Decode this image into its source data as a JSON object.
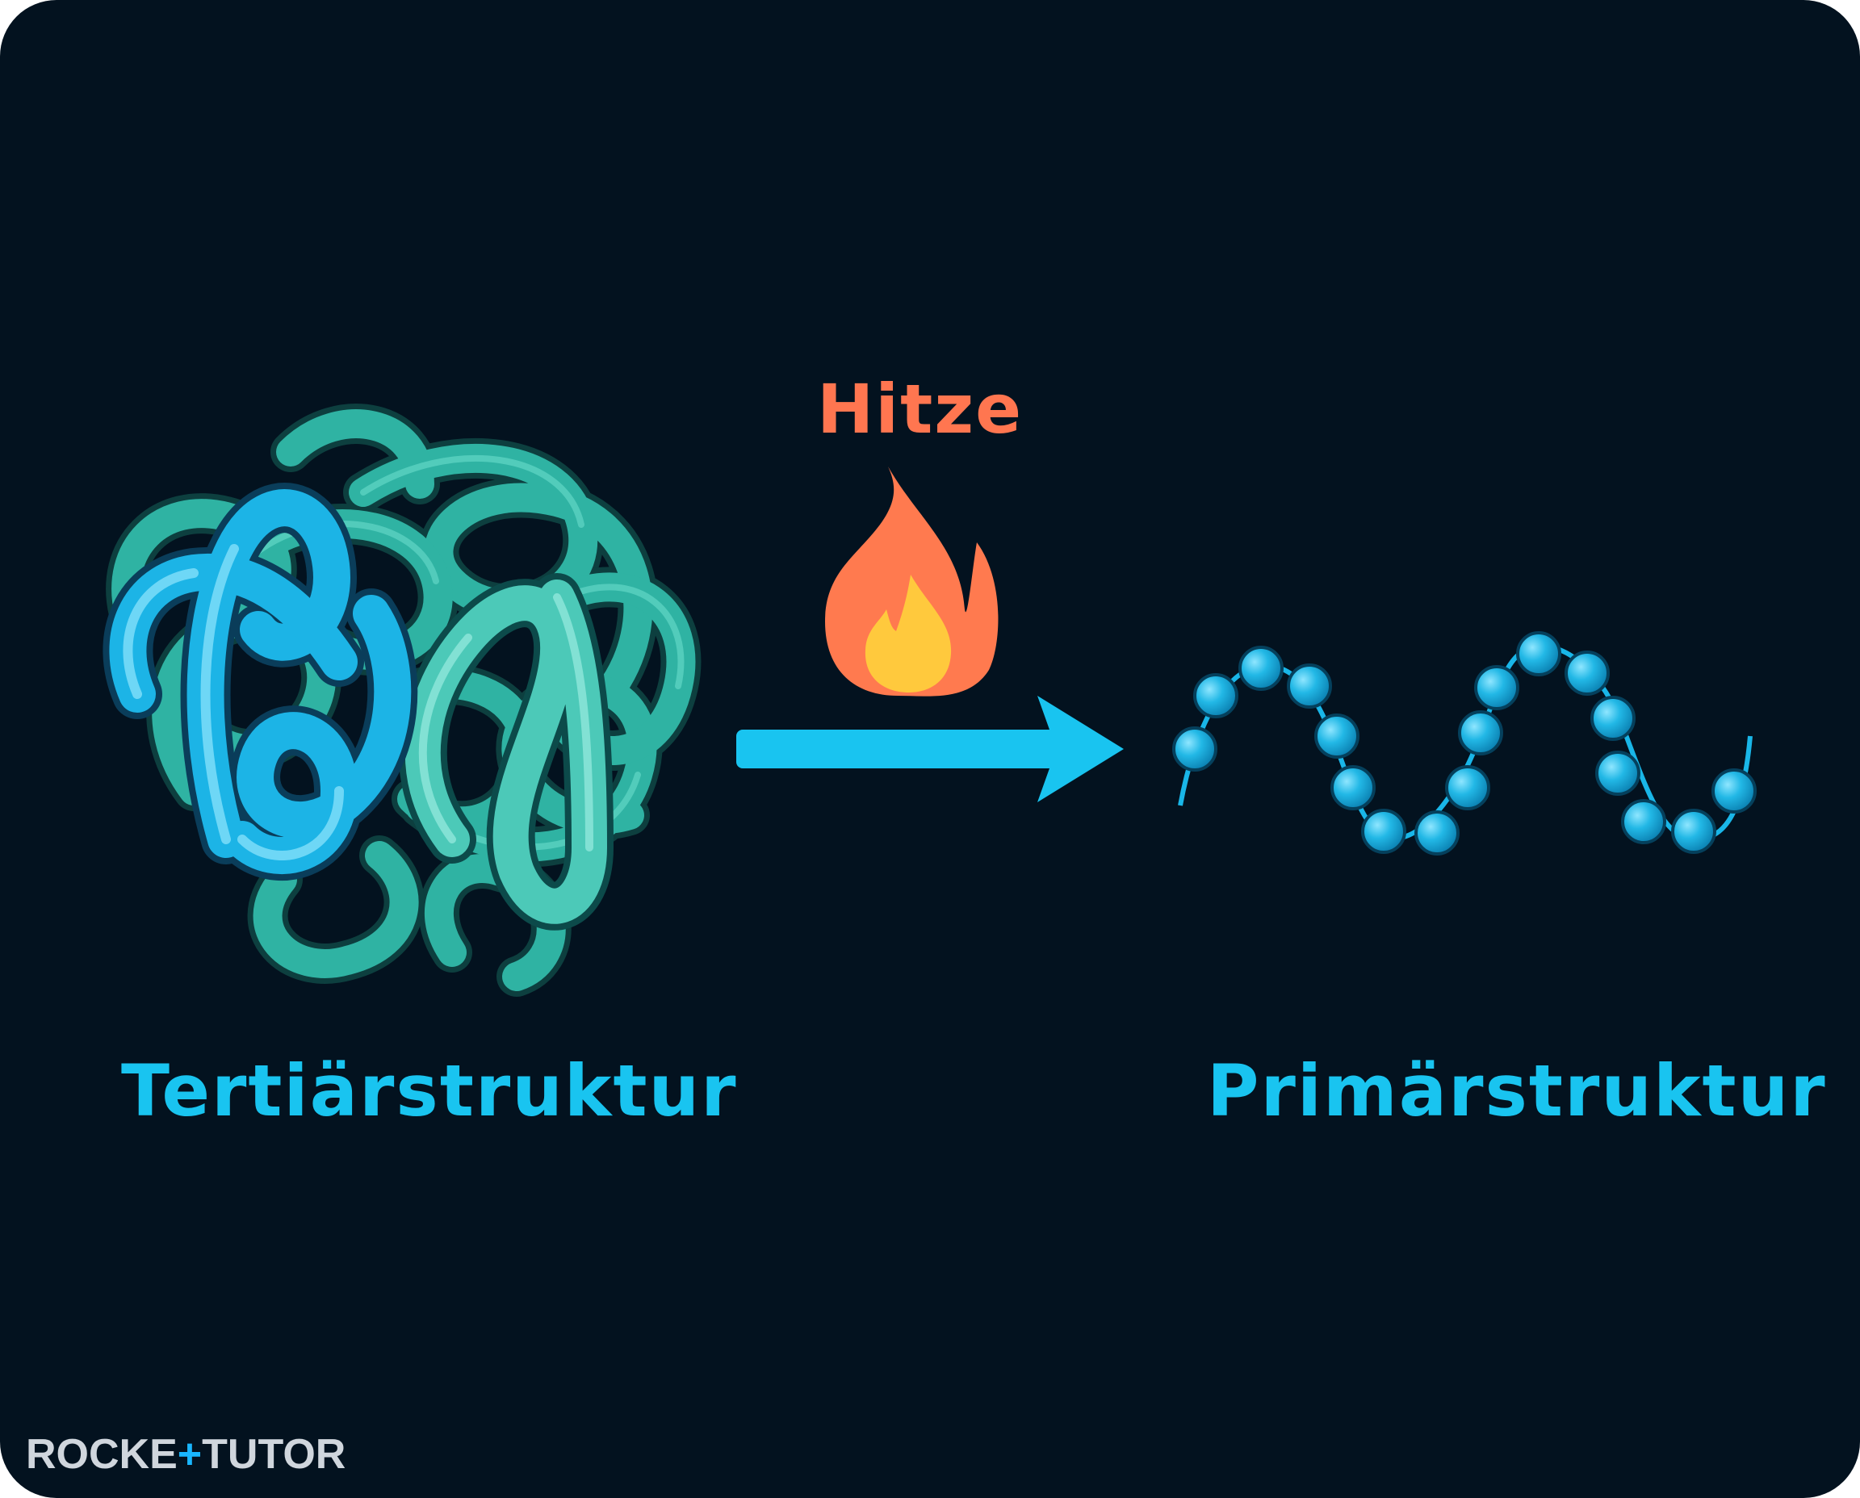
{
  "labels": {
    "heat": "Hitze",
    "tertiary": "Tertiärstruktur",
    "primary": "Primärstruktur"
  },
  "logo": {
    "part1": "ROCKE",
    "plus": "+",
    "part2": "TUTOR"
  },
  "icons": {
    "flame": "flame-icon",
    "arrow": "arrow-right-icon",
    "tangle": "tangled-protein-icon",
    "chain": "bead-chain-icon"
  },
  "colors": {
    "background": "#03121f",
    "accent_blue": "#19c4f0",
    "teal": "#2fb3a3",
    "heat_text": "#ff7650",
    "flame_outer": "#ff7a4f",
    "flame_inner": "#ffc93d",
    "logo": "#d0d6dd"
  }
}
